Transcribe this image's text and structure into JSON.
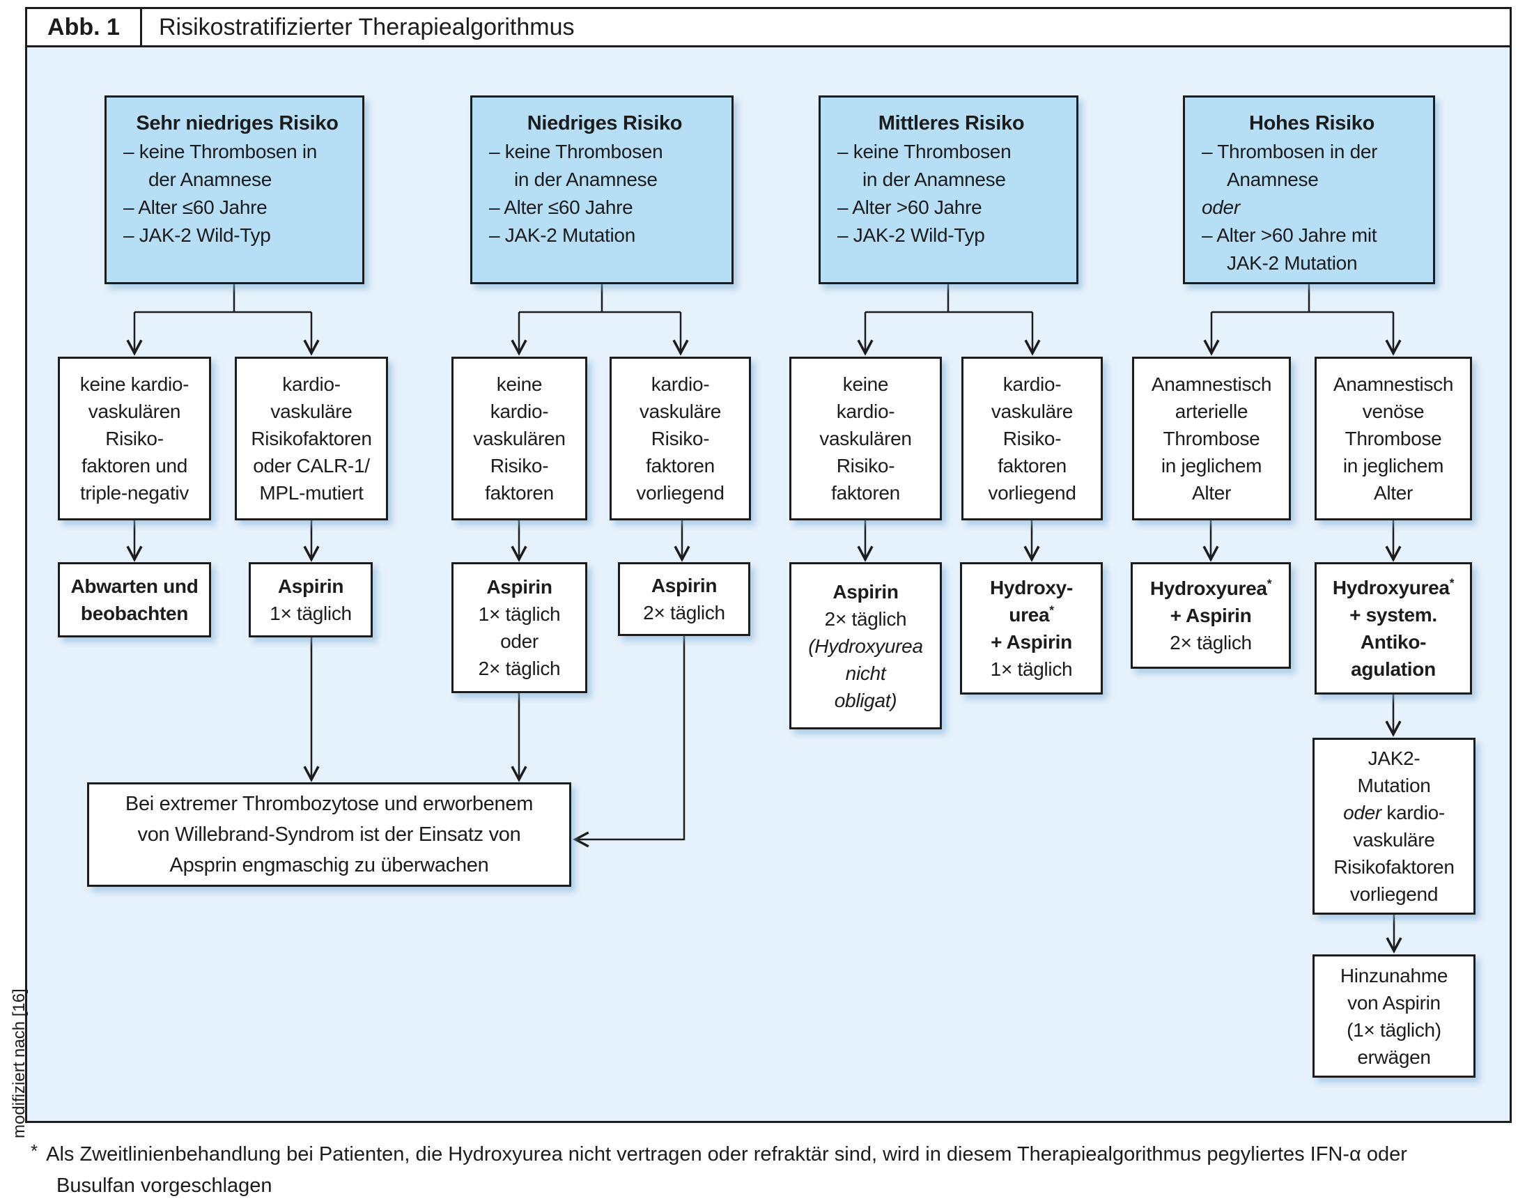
{
  "header": {
    "label": "Abb. 1",
    "title": "Risikostratifizierter Therapiealgorithmus"
  },
  "colors": {
    "canvas": "#e6f2fb",
    "group_fill": "#b6def5",
    "border": "#1c1c1c"
  },
  "groups": {
    "g1": {
      "title": "Sehr niedriges Risiko",
      "lines": [
        "– keine Thrombosen in",
        "der Anamnese",
        "– Alter ≤60 Jahre",
        "– JAK-2 Wild-Typ"
      ]
    },
    "g2": {
      "title": "Niedriges Risiko",
      "lines": [
        "– keine Thrombosen",
        "in der Anamnese",
        "– Alter ≤60 Jahre",
        "– JAK-2 Mutation"
      ]
    },
    "g3": {
      "title": "Mittleres Risiko",
      "lines": [
        "– keine Thrombosen",
        "in der Anamnese",
        "– Alter >60 Jahre",
        "– JAK-2 Wild-Typ"
      ]
    },
    "g4": {
      "title": "Hohes Risiko",
      "lines": [
        "– Thrombosen in der",
        "Anamnese",
        "oder",
        "– Alter >60 Jahre mit",
        "JAK-2 Mutation"
      ]
    }
  },
  "conditions": {
    "c1a": [
      "keine kardio-",
      "vaskulären",
      "Risiko-",
      "faktoren und",
      "triple-negativ"
    ],
    "c1b": [
      "kardio-",
      "vaskuläre",
      "Risikofaktoren",
      "oder CALR-1/",
      "MPL-mutiert"
    ],
    "c2a": [
      "keine",
      "kardio-",
      "vaskulären",
      "Risiko-",
      "faktoren"
    ],
    "c2b": [
      "kardio-",
      "vaskuläre",
      "Risiko-",
      "faktoren",
      "vorliegend"
    ],
    "c3a": [
      "keine",
      "kardio-",
      "vaskulären",
      "Risiko-",
      "faktoren"
    ],
    "c3b": [
      "kardio-",
      "vaskuläre",
      "Risiko-",
      "faktoren",
      "vorliegend"
    ],
    "c4a": [
      "Anamnestisch",
      "arterielle",
      "Thrombose",
      "in jeglichem",
      "Alter"
    ],
    "c4b": [
      "Anamnestisch",
      "venöse",
      "Thrombose",
      "in jeglichem",
      "Alter"
    ]
  },
  "treatments": {
    "t1a": {
      "l1": "Abwarten und",
      "l2": "beobachten"
    },
    "t1b": {
      "drug": "Aspirin",
      "dose": "1× täglich"
    },
    "t2a": {
      "drug": "Aspirin",
      "dose1": "1× täglich",
      "or": "oder",
      "dose2": "2× täglich"
    },
    "t2b": {
      "drug": "Aspirin",
      "dose": "2× täglich"
    },
    "t3a": {
      "drug": "Aspirin",
      "dose": "2× täglich",
      "note1": "(Hydroxyurea",
      "note2": "nicht",
      "note3": "obligat)"
    },
    "t3b": {
      "l1": "Hydroxy-",
      "l2": "urea",
      "sup": "*",
      "l3": "+ Aspirin",
      "dose": "1× täglich"
    },
    "t4a": {
      "l1": "Hydroxyurea",
      "sup": "*",
      "l2": "+ Aspirin",
      "dose": "2× täglich"
    },
    "t4b": {
      "l1": "Hydroxyurea",
      "sup": "*",
      "l2": "+ system.",
      "l3": "Antiko-",
      "l4": "agulation"
    }
  },
  "note_box": {
    "l1": "Bei extremer Thrombozytose und erworbenem",
    "l2": "von Willebrand-Syndrom ist der Einsatz von",
    "l3": "Apsprin engmaschig zu überwachen"
  },
  "jak2_box": {
    "l1": "JAK2-",
    "l2": "Mutation",
    "l3_italic": "oder",
    "l3_rest": "kardio-",
    "l4": "vaskuläre",
    "l5": "Risikofaktoren",
    "l6": "vorliegend"
  },
  "followup_box": {
    "l1": "Hinzunahme",
    "l2": "von Aspirin",
    "l3": "(1× täglich)",
    "l4": "erwägen"
  },
  "source_note": "modifiziert nach [16]",
  "footnote": {
    "marker": "*",
    "line1": "Als Zweitlinienbehandlung bei Patienten, die Hydroxyurea nicht vertragen oder refraktär sind, wird in diesem Therapiealgorithmus pegyliertes IFN-α oder",
    "line2": "Busulfan vorgeschlagen"
  }
}
